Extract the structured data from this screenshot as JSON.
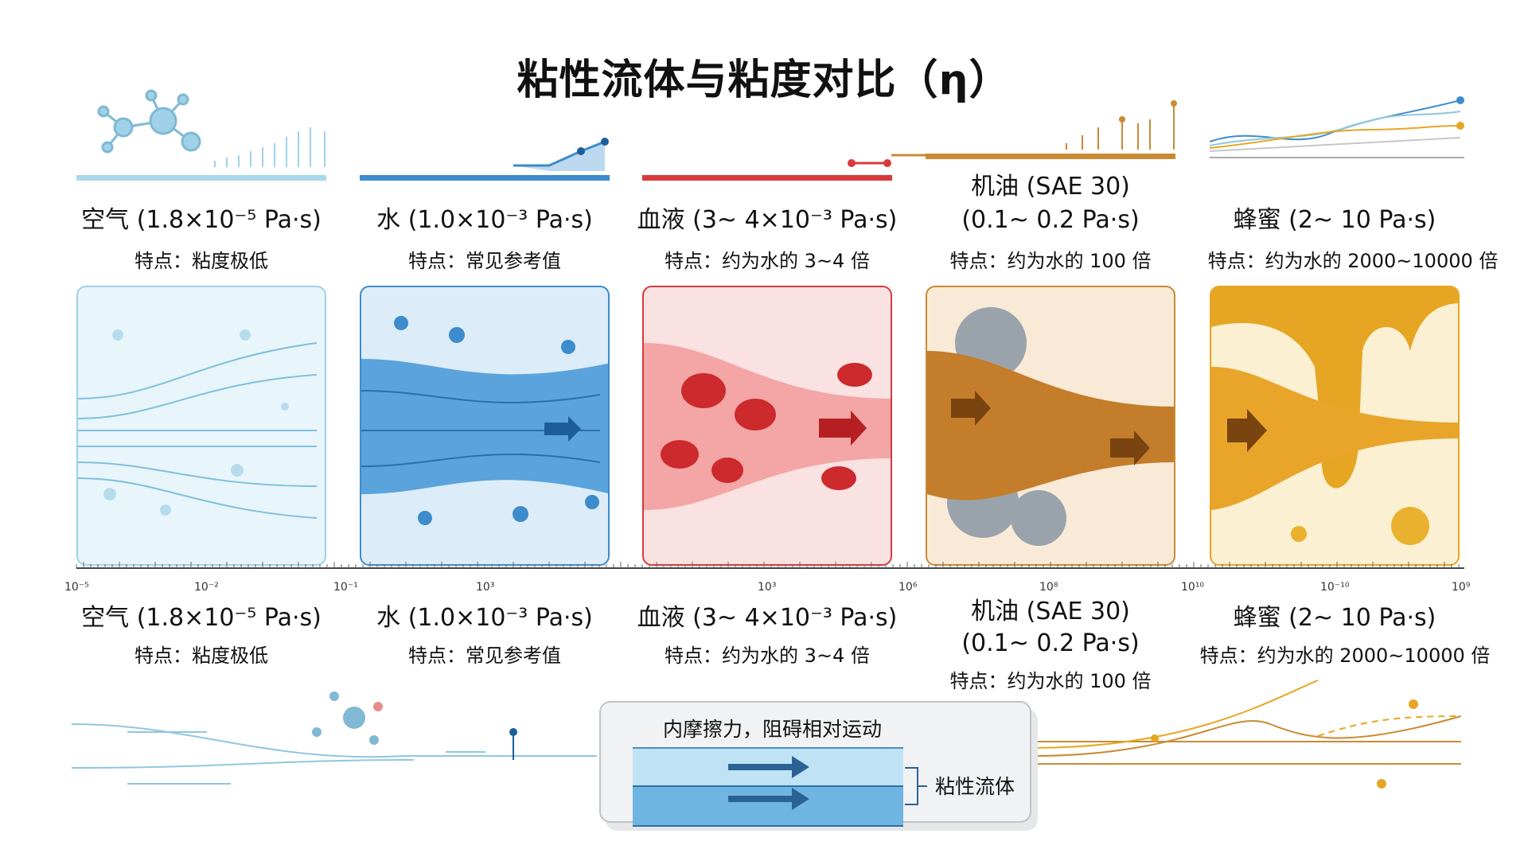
{
  "title": "粘性流体与粘度对比（η）",
  "fluids": [
    {
      "name": "空气 (1.8×10⁻⁵ Pa·s)",
      "feature": "特点：粘度极低",
      "color": "#9fd2e8"
    },
    {
      "name": "水 (1.0×10⁻³ Pa·s)",
      "feature": "特点：常见参考值",
      "color": "#3d8ccc"
    },
    {
      "name": "血液 (3~ 4×10⁻³ Pa·s)",
      "feature": "特点：约为水的 3~4 倍",
      "color": "#d9393a"
    },
    {
      "name": "机油 (SAE 30)",
      "name2": "(0.1~ 0.2 Pa·s)",
      "feature": "特点：约为水的 100 倍",
      "color": "#c98a35"
    },
    {
      "name": "蜂蜜 (2~ 10 Pa·s)",
      "feature": "特点：约为水的 2000~10000 倍",
      "color": "#e6a623"
    }
  ],
  "axis_ticks": [
    "10⁻⁵",
    "10⁻²",
    "10⁻¹",
    "10³",
    "",
    "10³",
    "10⁶",
    "10⁸",
    "10¹⁰",
    "10⁻¹⁰",
    "10⁹"
  ],
  "diagram": {
    "caption": "内摩擦力，阻碍相对运动",
    "bracket_label": "粘性流体"
  }
}
